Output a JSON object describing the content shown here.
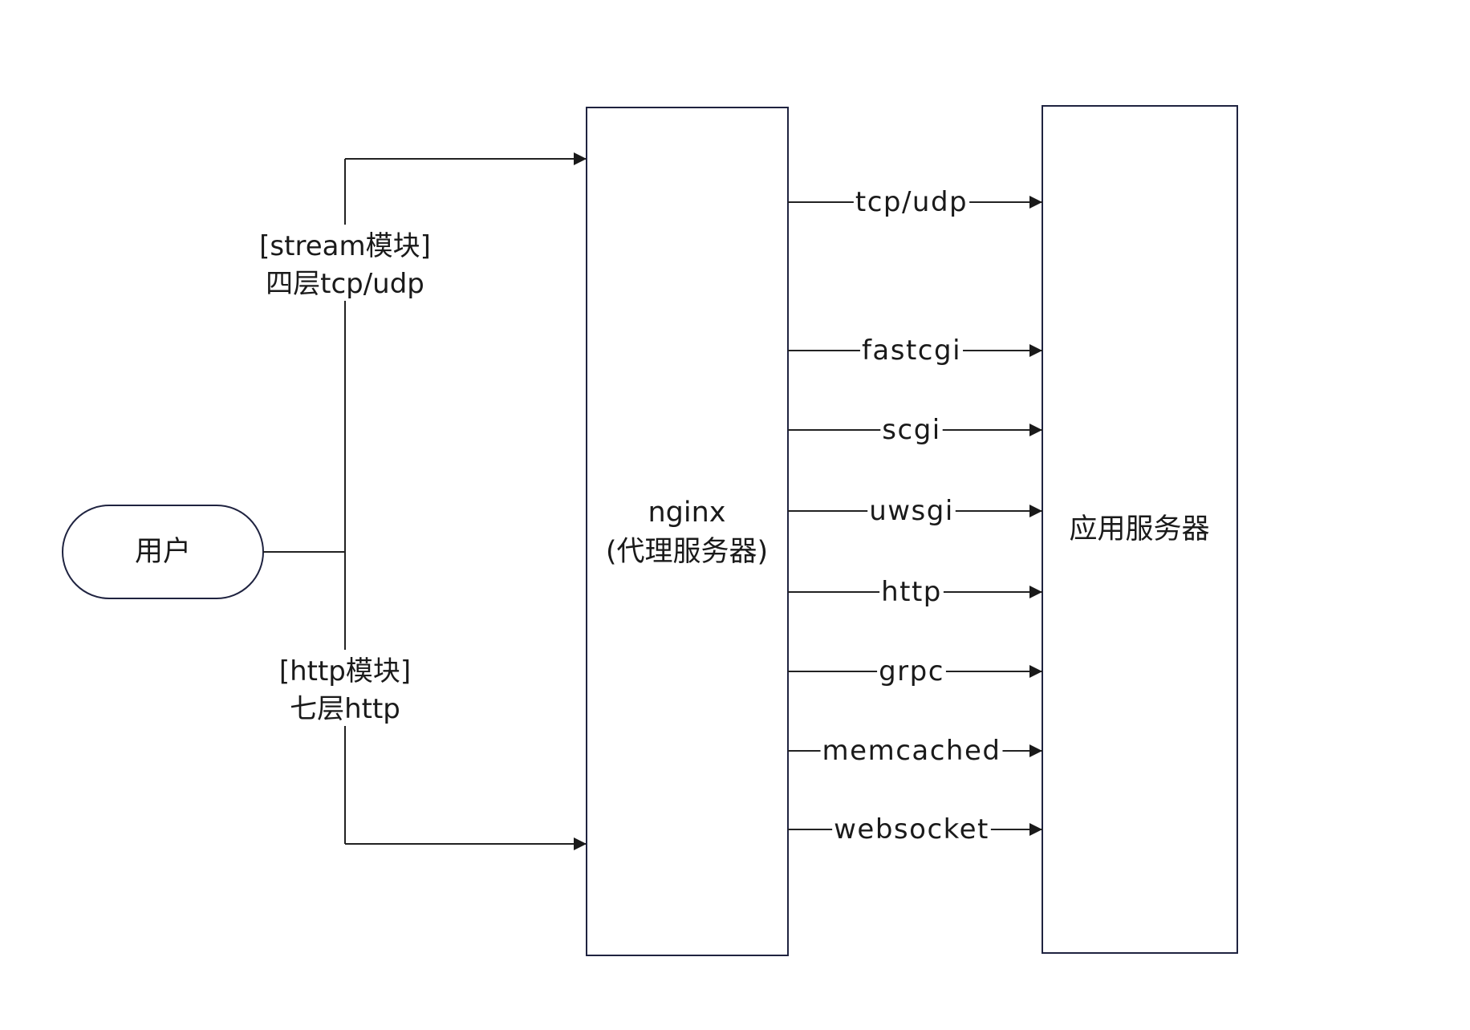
{
  "nodes": {
    "user": {
      "label": "用户"
    },
    "nginx": {
      "label_line1": "nginx",
      "label_line2": "(代理服务器)"
    },
    "app_server": {
      "label": "应用服务器"
    }
  },
  "paths": {
    "stream": {
      "line1": "[stream模块]",
      "line2": "四层tcp/udp"
    },
    "http": {
      "line1": "[http模块]",
      "line2": "七层http"
    }
  },
  "protocols": [
    "tcp/udp",
    "fastcgi",
    "scgi",
    "uwsgi",
    "http",
    "grpc",
    "memcached",
    "websocket"
  ],
  "colors": {
    "stroke": "#1f2340",
    "line": "#222222",
    "text": "#1a1a1a",
    "background": "#ffffff"
  }
}
